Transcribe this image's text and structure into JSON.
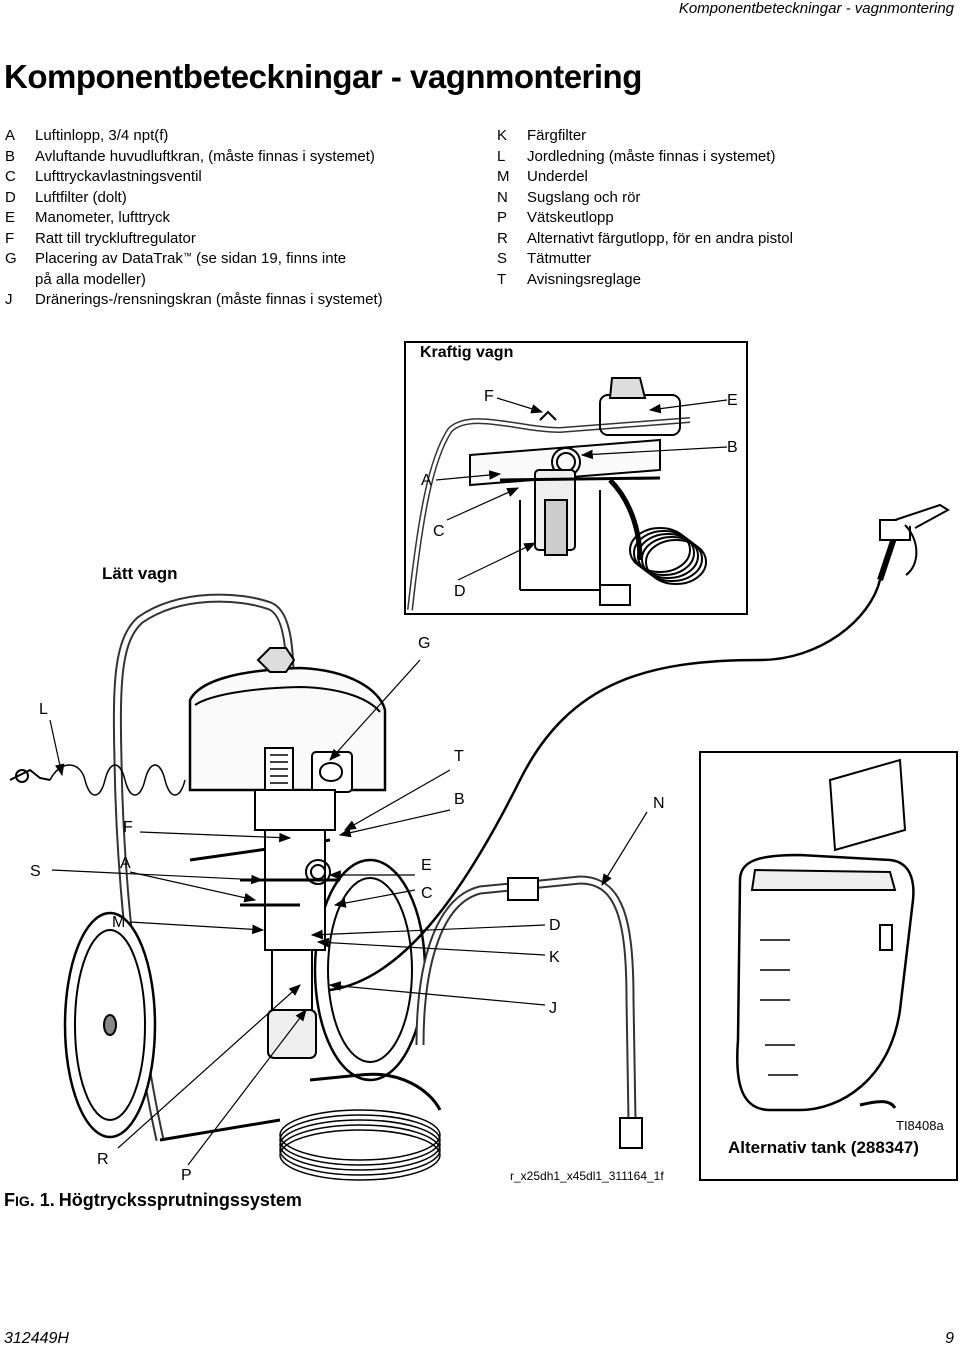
{
  "header": "Komponentbeteckningar - vagnmontering",
  "title": "Komponentbeteckningar - vagnmontering",
  "legend_left": [
    {
      "key": "A",
      "text": "Luftinlopp, 3/4 npt(f)"
    },
    {
      "key": "B",
      "text": "Avluftande huvudluftkran, (måste finnas i systemet)"
    },
    {
      "key": "C",
      "text": "Lufttryckavlastningsventil"
    },
    {
      "key": "D",
      "text": "Luftfilter (dolt)"
    },
    {
      "key": "E",
      "text": "Manometer, lufttryck"
    },
    {
      "key": "F",
      "text": "Ratt till tryckluftregulator"
    },
    {
      "key": "G",
      "text_a": "Placering av DataTrak",
      "tm": "™",
      "text_b": " (se sidan 19, finns inte",
      "text_c": "på alla modeller)"
    },
    {
      "key": "J",
      "text": "Dränerings-/rensningskran (måste finnas i systemet)"
    }
  ],
  "legend_right": [
    {
      "key": "K",
      "text": "Färgfilter"
    },
    {
      "key": "L",
      "text": "Jordledning (måste finnas i systemet)"
    },
    {
      "key": "M",
      "text": "Underdel"
    },
    {
      "key": "N",
      "text": "Sugslang och rör"
    },
    {
      "key": "P",
      "text": "Vätskeutlopp"
    },
    {
      "key": "R",
      "text": "Alternativt färgutlopp, för en andra pistol"
    },
    {
      "key": "S",
      "text": "Tätmutter"
    },
    {
      "key": "T",
      "text": "Avisningsreglage"
    }
  ],
  "figure": {
    "heavy_cart_label": "Kraftig vagn",
    "light_cart_label": "Lätt vagn",
    "alt_tank_label": "Alternativ tank (288347)",
    "tank_ref": "TI8408a",
    "drawing_ref": "r_x25dh1_x45dl1_311164_1f",
    "callouts_inset": {
      "F": "F",
      "E": "E",
      "B": "B",
      "A": "A",
      "C": "C",
      "D": "D"
    },
    "callouts_main": {
      "G": "G",
      "L": "L",
      "T": "T",
      "B": "B",
      "N": "N",
      "F": "F",
      "S": "S",
      "A": "A",
      "E": "E",
      "C": "C",
      "M": "M",
      "D": "D",
      "K": "K",
      "J": "J",
      "R": "R",
      "P": "P"
    },
    "caption_prefix": "F",
    "caption_prefix_small": "IG",
    "caption_number": ". 1.",
    "caption_text": "Högtryckssprutningssystem"
  },
  "footer": {
    "doc_number": "312449H",
    "page_number": "9"
  }
}
